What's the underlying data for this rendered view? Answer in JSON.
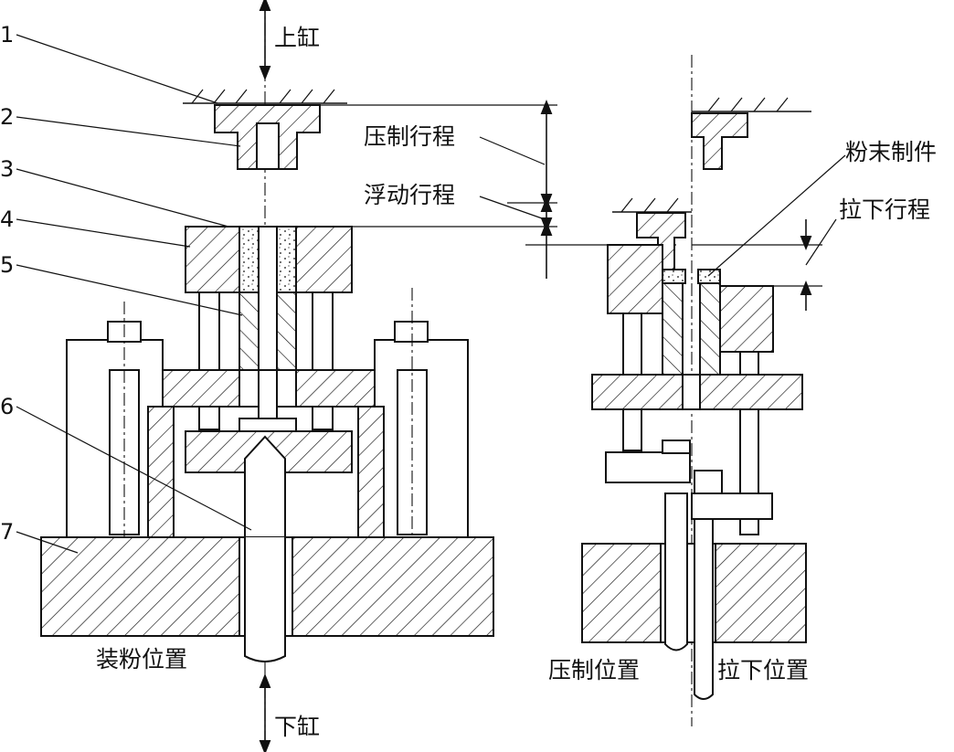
{
  "labels": {
    "n1": "1",
    "n2": "2",
    "n3": "3",
    "n4": "4",
    "n5": "5",
    "n6": "6",
    "n7": "7",
    "upper_cylinder": "上缸",
    "lower_cylinder": "下缸",
    "press_stroke": "压制行程",
    "float_stroke": "浮动行程",
    "powder_part": "粉末制件",
    "pull_down_stroke": "拉下行程",
    "fill_position": "装粉位置",
    "press_position": "压制位置",
    "pull_down_position": "拉下位置"
  },
  "colors": {
    "line": "#111111",
    "background": "#ffffff"
  }
}
